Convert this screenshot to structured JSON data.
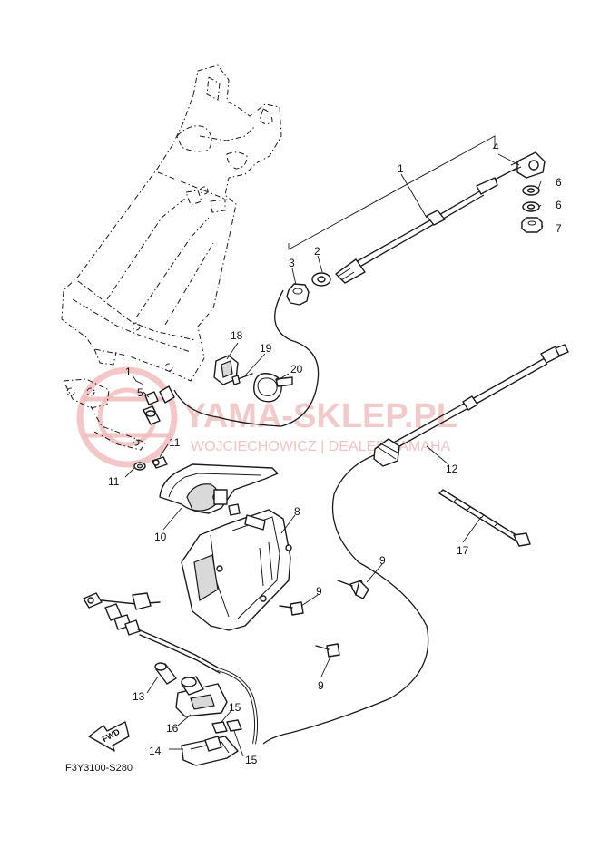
{
  "diagram": {
    "code": "F3Y3100-S280",
    "fwd_label": "FWD",
    "watermark": {
      "title": "YAMA-SKLEP.PL",
      "subtitle": "WOJCIECHOWICZ | DEALER YAMAHA",
      "color": "#f0b9b9"
    },
    "callouts": [
      "1",
      "2",
      "3",
      "4",
      "5",
      "6",
      "6",
      "7",
      "8",
      "9",
      "9",
      "9",
      "10",
      "11",
      "11",
      "12",
      "13",
      "14",
      "15",
      "15",
      "16",
      "17",
      "18",
      "19",
      "20",
      "1"
    ]
  }
}
